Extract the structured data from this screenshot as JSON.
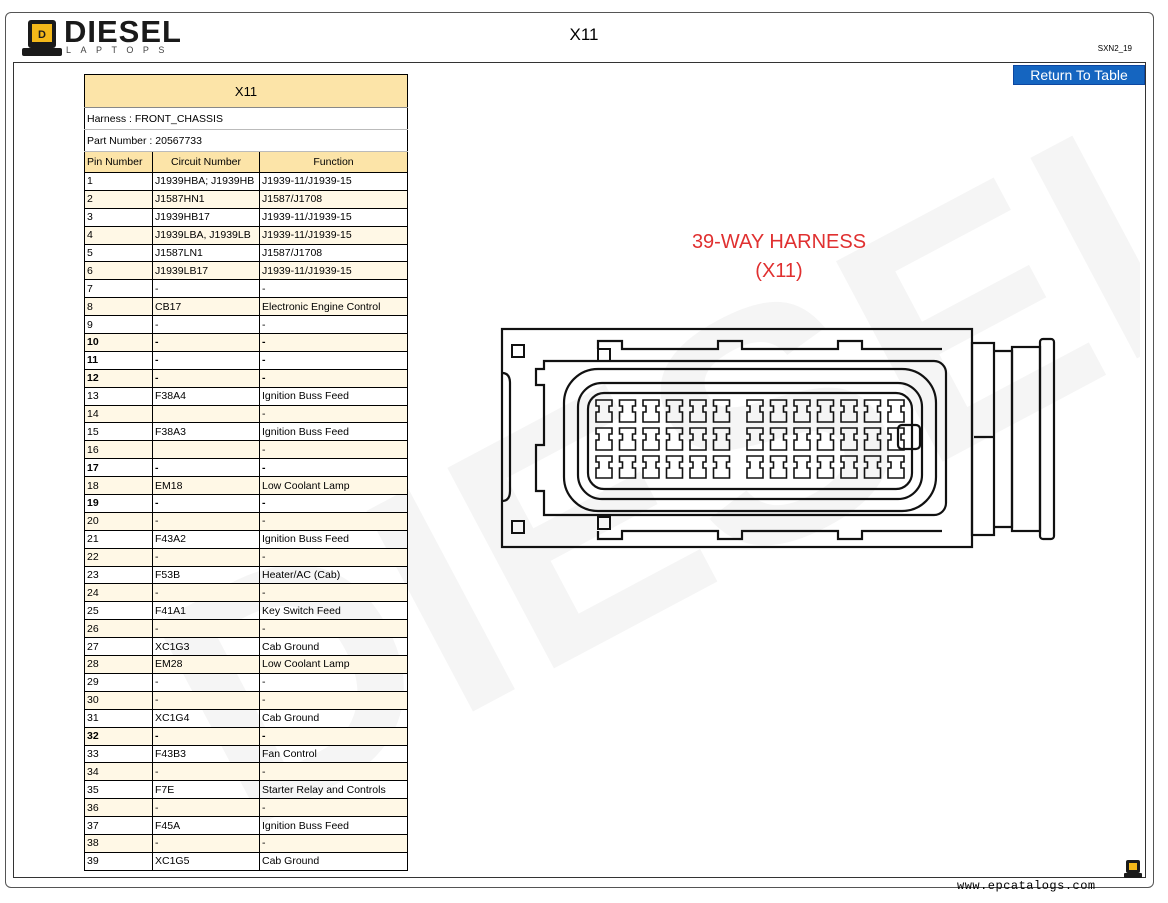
{
  "brand": {
    "word": "DIESEL",
    "sub": "LAPTOPS"
  },
  "page": {
    "title": "X11",
    "code": "SXN2_19"
  },
  "return_label": "Return To Table",
  "table": {
    "title": "X11",
    "harness": "Harness : FRONT_CHASSIS",
    "part_number": "Part Number : 20567733",
    "headers": [
      "Pin Number",
      "Circuit Number",
      "Function"
    ],
    "rows": [
      [
        "1",
        "J1939HBA; J1939HB",
        "J1939-11/J1939-15"
      ],
      [
        "2",
        "J1587HN1",
        "J1587/J1708"
      ],
      [
        "3",
        "J1939HB17",
        "J1939-11/J1939-15"
      ],
      [
        "4",
        "J1939LBA, J1939LB",
        "J1939-11/J1939-15"
      ],
      [
        "5",
        "J1587LN1",
        "J1587/J1708"
      ],
      [
        "6",
        "J1939LB17",
        "J1939-11/J1939-15"
      ],
      [
        "7",
        "-",
        "-"
      ],
      [
        "8",
        "CB17",
        "Electronic Engine Control"
      ],
      [
        "9",
        "-",
        "-"
      ],
      [
        "10",
        "-",
        "-"
      ],
      [
        "11",
        "-",
        "-"
      ],
      [
        "12",
        "-",
        "-"
      ],
      [
        "13",
        "F38A4",
        "Ignition Buss Feed"
      ],
      [
        "14",
        "",
        "-"
      ],
      [
        "15",
        "F38A3",
        "Ignition Buss Feed"
      ],
      [
        "16",
        "",
        "-"
      ],
      [
        "17",
        "-",
        "-"
      ],
      [
        "18",
        "EM18",
        "Low Coolant Lamp"
      ],
      [
        "19",
        "-",
        "-"
      ],
      [
        "20",
        "-",
        "-"
      ],
      [
        "21",
        "F43A2",
        "Ignition Buss Feed"
      ],
      [
        "22",
        "-",
        "-"
      ],
      [
        "23",
        "F53B",
        "Heater/AC (Cab)"
      ],
      [
        "24",
        "-",
        "-"
      ],
      [
        "25",
        "F41A1",
        "Key Switch Feed"
      ],
      [
        "26",
        "-",
        "-"
      ],
      [
        "27",
        "XC1G3",
        "Cab Ground"
      ],
      [
        "28",
        "EM28",
        "Low Coolant Lamp"
      ],
      [
        "29",
        "-",
        "-"
      ],
      [
        "30",
        "-",
        "-"
      ],
      [
        "31",
        "XC1G4",
        "Cab Ground"
      ],
      [
        "32",
        "-",
        "-"
      ],
      [
        "33",
        "F43B3",
        "Fan Control"
      ],
      [
        "34",
        "-",
        "-"
      ],
      [
        "35",
        "F7E",
        "Starter Relay and Controls"
      ],
      [
        "36",
        "-",
        "-"
      ],
      [
        "37",
        "F45A",
        "Ignition Buss Feed"
      ],
      [
        "38",
        "-",
        "-"
      ],
      [
        "39",
        "XC1G5",
        "Cab Ground"
      ]
    ],
    "bold_pins": [
      "10",
      "11",
      "12",
      "17",
      "19",
      "32"
    ]
  },
  "diagram": {
    "title_line1": "39-WAY HARNESS",
    "title_line2": "(X11)"
  },
  "footer": {
    "url": "www.epcatalogs.com"
  },
  "colors": {
    "accent": "#1565c0",
    "header_fill": "#fce4a8",
    "diagram_title": "#e03030"
  }
}
